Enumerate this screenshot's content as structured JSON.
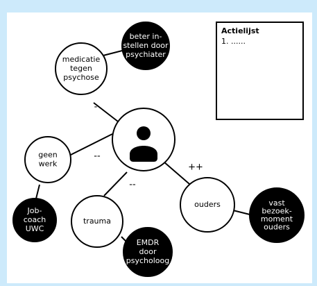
{
  "diagram": {
    "center": {
      "icon": "person-icon"
    },
    "nodes": [
      {
        "id": "medicatie",
        "label_lines": [
          "medicatie",
          "tegen",
          "psychose"
        ],
        "style": "white"
      },
      {
        "id": "beter",
        "label_lines": [
          "beter in-",
          "stellen door",
          "psychiater"
        ],
        "style": "black"
      },
      {
        "id": "geen-werk",
        "label_lines": [
          "geen",
          "werk"
        ],
        "style": "white"
      },
      {
        "id": "jobcoach",
        "label_lines": [
          "Job-",
          "coach",
          "UWC"
        ],
        "style": "black"
      },
      {
        "id": "trauma",
        "label_lines": [
          "trauma"
        ],
        "style": "white"
      },
      {
        "id": "emdr",
        "label_lines": [
          "EMDR",
          "door",
          "psycholoog"
        ],
        "style": "black"
      },
      {
        "id": "ouders",
        "label_lines": [
          "ouders"
        ],
        "style": "white"
      },
      {
        "id": "bezoekmoment",
        "label_lines": [
          "vast",
          "bezoek-",
          "moment",
          "ouders"
        ],
        "style": "black"
      }
    ],
    "relations": [
      {
        "label": "-"
      },
      {
        "label": "--"
      },
      {
        "label": "--"
      },
      {
        "label": "++"
      }
    ]
  },
  "action_list": {
    "title": "Actielijst",
    "line": "1. ......"
  }
}
